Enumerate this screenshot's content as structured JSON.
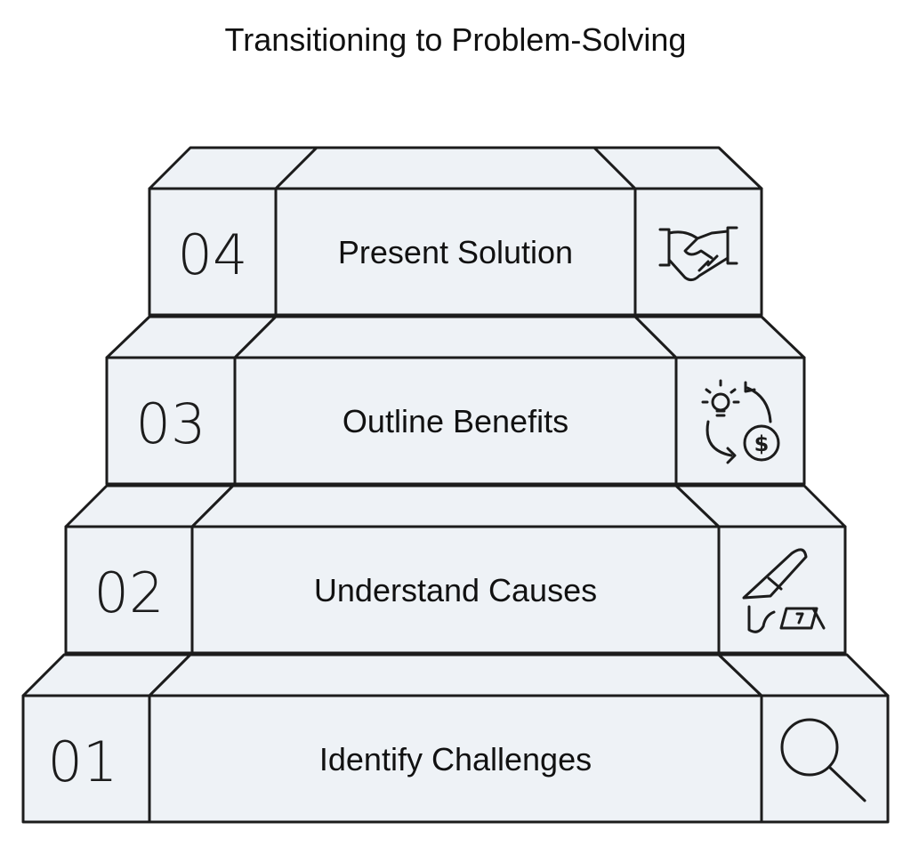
{
  "title": "Transitioning to Problem-Solving",
  "steps": [
    {
      "number": "01",
      "label": "Identify Challenges",
      "icon": "magnifier-icon"
    },
    {
      "number": "02",
      "label": "Understand Causes",
      "icon": "knife-blood-icon"
    },
    {
      "number": "03",
      "label": "Outline Benefits",
      "icon": "idea-money-cycle-icon"
    },
    {
      "number": "04",
      "label": "Present Solution",
      "icon": "handshake-icon"
    }
  ],
  "colors": {
    "face": "#eef2f6",
    "stroke": "#1c1c1c"
  }
}
